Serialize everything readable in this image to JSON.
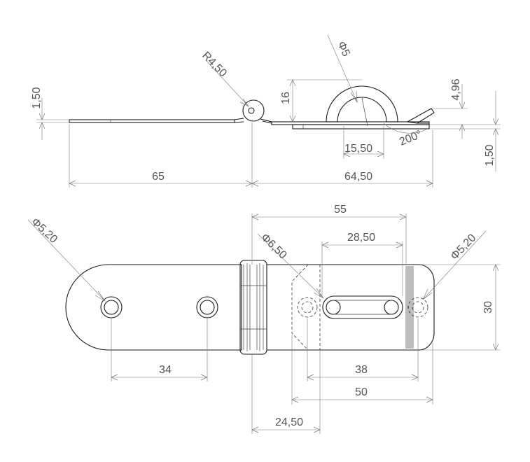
{
  "dimensions": {
    "sheet_thickness": "1,50",
    "hinge_radius": "R4,50",
    "staple_diameter": "Φ5",
    "staple_height": "16",
    "tab_height": "4,96",
    "staple_offset": "15,50",
    "bend_angle": "200°",
    "base_thickness": "1,50",
    "left_length": "65",
    "right_length": "64,50",
    "left_hole_diameter": "Φ5,20",
    "right_width": "55",
    "slot_length": "28,50",
    "slot_end_diameter": "Φ6,50",
    "right_hole_diameter": "Φ5,20",
    "height": "30",
    "left_hole_spacing": "34",
    "right_hole_spacing": "38",
    "right_plate_length": "50",
    "hinge_offset": "24,50"
  }
}
